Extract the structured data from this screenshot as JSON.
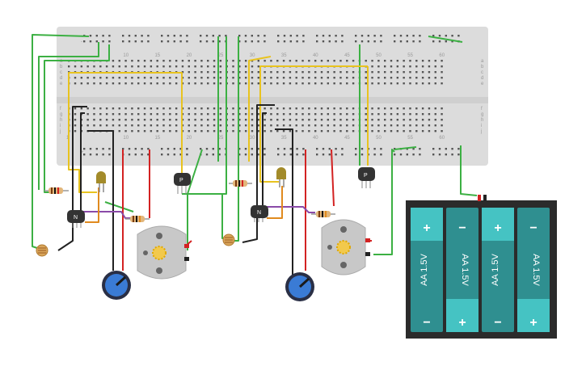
{
  "breadboard": {
    "column_numbers_top": [
      "10",
      "15",
      "20",
      "25",
      "30",
      "35",
      "40",
      "45",
      "50",
      "55",
      "60"
    ],
    "column_numbers_bottom": [
      "1",
      "10",
      "15",
      "20",
      "25",
      "30",
      "35",
      "40",
      "45",
      "50",
      "55",
      "60"
    ],
    "row_letters_top": [
      "A",
      "B",
      "C",
      "D",
      "E"
    ],
    "row_letters_bottom": [
      "F",
      "G",
      "H",
      "I",
      "J"
    ],
    "rail_minus": "-",
    "rail_plus": "+"
  },
  "components": {
    "transistor_npn_label": "N",
    "transistor_pnp_label": "P",
    "battery_cell_label": "AA 1.5V",
    "battery_plus": "+",
    "battery_minus": "−"
  },
  "colors": {
    "breadboard": "#dddddd",
    "wire_green": "#3cb043",
    "wire_yellow": "#e8c31f",
    "wire_red": "#d32222",
    "wire_black": "#222222",
    "wire_purple": "#8a4aa8",
    "wire_orange": "#e08a1e",
    "battery_cell": "#45c3c3",
    "battery_holder": "#333333",
    "pot_knob": "#3a7bd5",
    "motor_body": "#c8c8c8"
  }
}
